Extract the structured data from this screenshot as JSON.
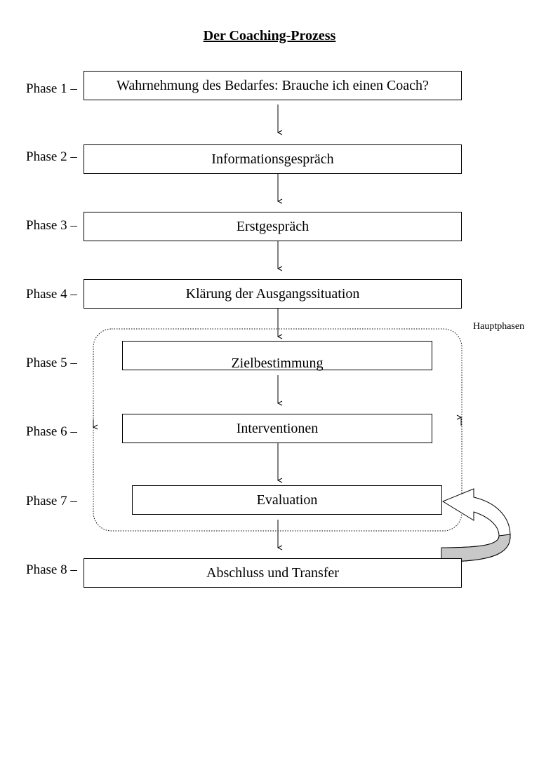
{
  "title": "Der Coaching-Prozess",
  "phases": [
    {
      "label": "Phase 1 –",
      "box": "Wahrnehmung des Bedarfes: Brauche ich einen Coach?"
    },
    {
      "label": "Phase 2 –",
      "box": "Informationsgespräch"
    },
    {
      "label": "Phase 3 –",
      "box": "Erstgespräch"
    },
    {
      "label": "Phase 4 –",
      "box": "Klärung der Ausgangssituation"
    },
    {
      "label": "Phase 5 –",
      "box": "Zielbestimmung"
    },
    {
      "label": "Phase 6 –",
      "box": "Interventionen"
    },
    {
      "label": "Phase 7 –",
      "box": "Evaluation"
    },
    {
      "label": "Phase 8 –",
      "box": "Abschluss und Transfer"
    }
  ],
  "group_label": "Hauptphasen",
  "colors": {
    "line": "#000000",
    "loop_arrow_fill": "#c8c8c8"
  }
}
